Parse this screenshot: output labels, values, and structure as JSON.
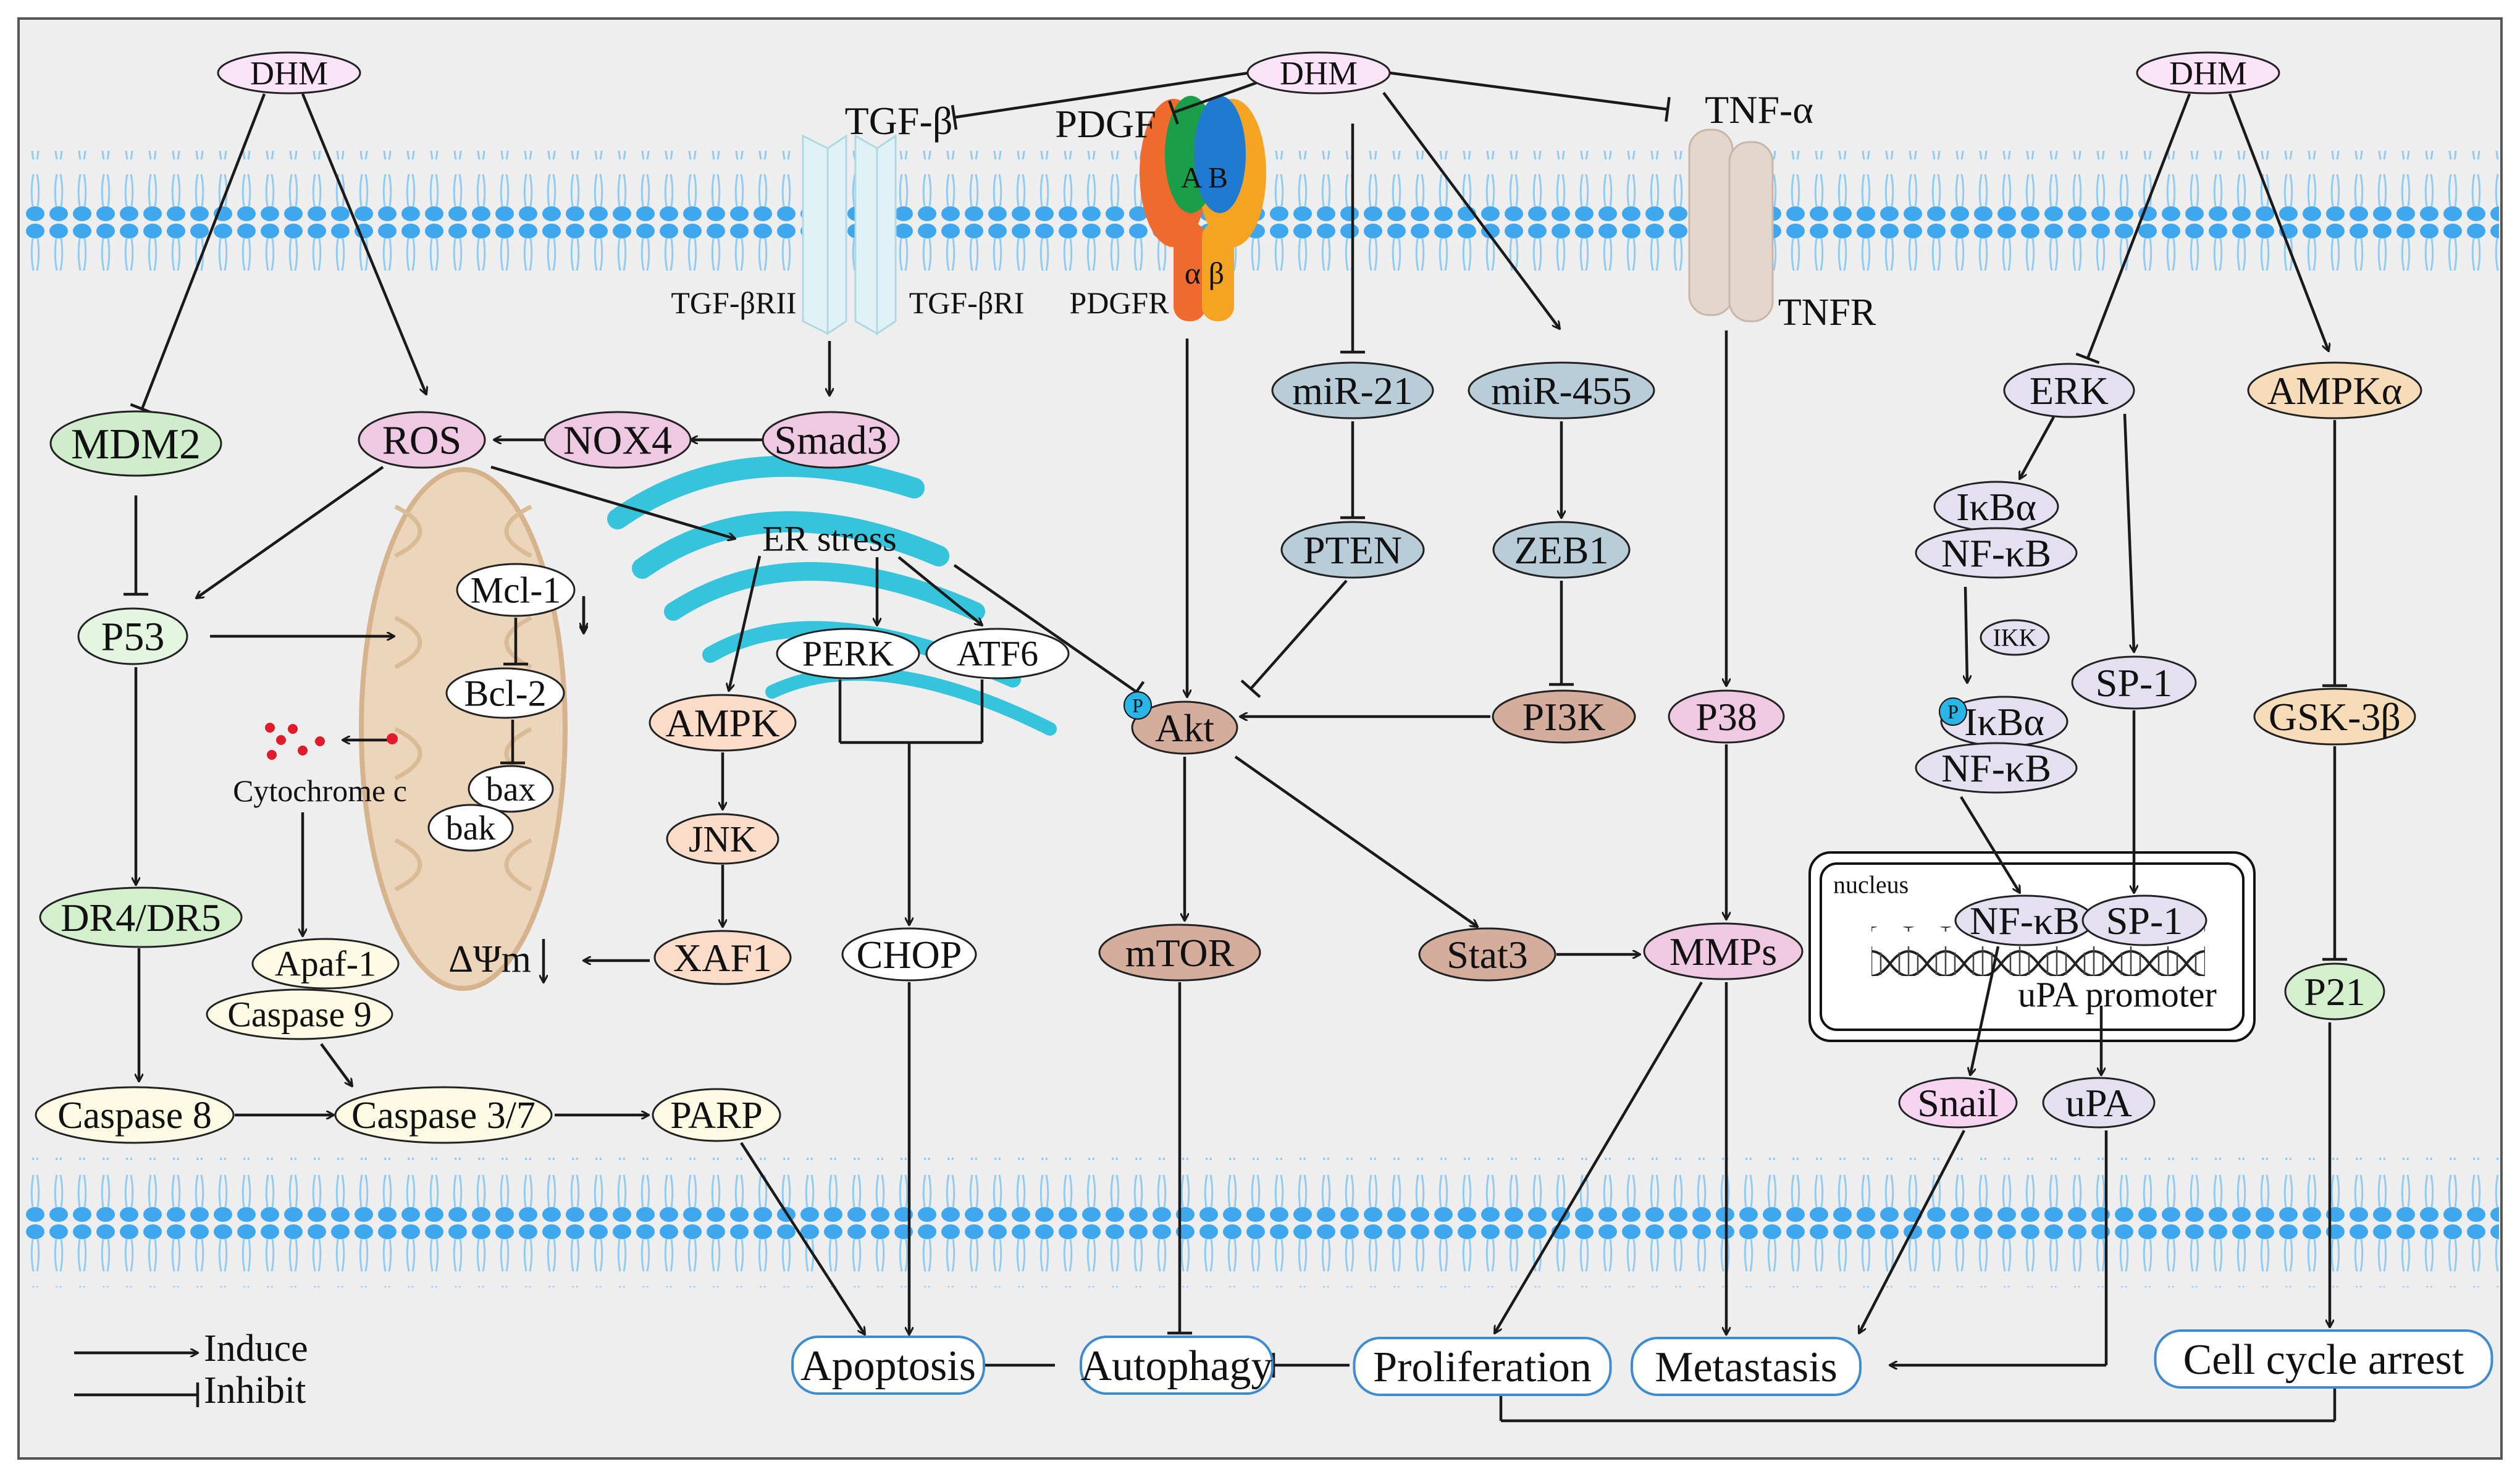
{
  "colors": {
    "background": "#eeeeee",
    "membrane": "#3fa7ee",
    "line": "#1a1a1a",
    "dhm_fill": "#fbe4f7",
    "mdm2_fill": "#cfeccb",
    "ros_fill": "#efc8e2",
    "p53_fill": "#e5f6e0",
    "dr_fill": "#d3efcc",
    "caspase_fill": "#fdfbe3",
    "mir_fill": "#b9cdd9",
    "pi3k_fill": "#d4ad9c",
    "xaf1_fill": "#fbdcc8",
    "ampka_fill": "#f7dcb9",
    "outcome_stroke": "#3d8bd0",
    "mito_fill": "#ecd5bb",
    "er_fill": "#35c4dc"
  },
  "dhm": {
    "left": "DHM",
    "center": "DHM",
    "right": "DHM"
  },
  "ligands": {
    "tgf": "TGF-β",
    "pdgf": "PDGF",
    "tnf": "TNF-α"
  },
  "receptors": {
    "tgf_r2": "TGF-βRII",
    "tgf_r1": "TGF-βRI",
    "pdgfr": "PDGFR",
    "pdgfr_top": "A B",
    "pdgfr_bottom": "α β",
    "tnfr": "TNFR"
  },
  "nodes": {
    "mdm2": "MDM2",
    "ros": "ROS",
    "nox4": "NOX4",
    "smad3": "Smad3",
    "p53": "P53",
    "mcl1": "Mcl-1",
    "bcl2": "Bcl-2",
    "bax": "bax",
    "bak": "bak",
    "cytochrome": "Cytochrome c",
    "er_stress": "ER stress",
    "perk": "PERK",
    "atf6": "ATF6",
    "ampk": "AMPK",
    "jnk": "JNK",
    "xaf1": "XAF1",
    "chop": "CHOP",
    "dr": "DR4/DR5",
    "apaf": "Apaf-1",
    "casp9": "Caspase 9",
    "casp8": "Caspase 8",
    "casp37": "Caspase 3/7",
    "parp": "PARP",
    "delta_psi": "ΔΨm",
    "mir21": "miR-21",
    "mir455": "miR-455",
    "pten": "PTEN",
    "zeb1": "ZEB1",
    "akt": "Akt",
    "pi3k": "PI3K",
    "mtor": "mTOR",
    "stat3": "Stat3",
    "p38": "P38",
    "mmps": "MMPs",
    "erk": "ERK",
    "ikba1": "IκBα",
    "nfkb1": "NF-κB",
    "ikk": "IKK",
    "sp1": "SP-1",
    "ikba2": "IκBα",
    "nfkb2": "NF-κB",
    "nucleus": "nucleus",
    "nfkb3": "NF-κB",
    "sp1b": "SP-1",
    "upa_promoter": "uPA promoter",
    "snail": "Snail",
    "upa": "uPA",
    "ampka": "AMPKα",
    "gsk3b": "GSK-3β",
    "p21": "P21",
    "phospho": "P"
  },
  "outcomes": {
    "apoptosis": "Apoptosis",
    "autophagy": "Autophagy",
    "proliferation": "Proliferation",
    "metastasis": "Metastasis",
    "cell_cycle": "Cell cycle arrest"
  },
  "legend": {
    "induce": "Induce",
    "inhibit": "Inhibit"
  }
}
